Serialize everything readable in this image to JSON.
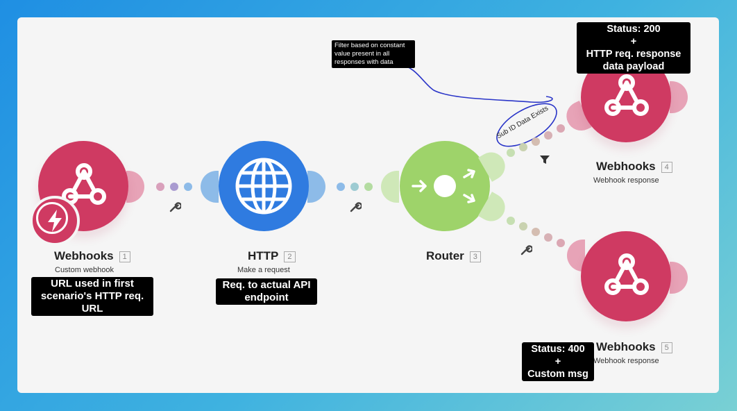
{
  "modules": {
    "webhooks1": {
      "title": "Webhooks",
      "num": "1",
      "subtitle": "Custom webhook"
    },
    "http2": {
      "title": "HTTP",
      "num": "2",
      "subtitle": "Make a request"
    },
    "router3": {
      "title": "Router",
      "num": "3"
    },
    "webhooks4": {
      "title": "Webhooks",
      "num": "4",
      "subtitle": "Webhook response"
    },
    "webhooks5": {
      "title": "Webhooks",
      "num": "5",
      "subtitle": "Webhook response"
    }
  },
  "annotations": {
    "url_tag": [
      "URL used in first",
      "scenario's HTTP req.",
      "URL"
    ],
    "req_tag": [
      "Req. to actual API",
      "endpoint"
    ],
    "status200_tag": [
      "Status: 200",
      "+",
      "HTTP req. response",
      "data payload"
    ],
    "status400_tag": [
      "Status: 400",
      "+",
      "Custom msg"
    ],
    "filter_note": [
      "Filter based on constant",
      "value present in all",
      "responses with data"
    ],
    "handwritten_label": "Sub ID Data Exists"
  },
  "colors": {
    "webhook": "#cf3a62",
    "http": "#2f7be0",
    "router": "#9ed36a",
    "annotation_ink": "#2a35c8"
  },
  "icons": [
    "webhook-icon",
    "globe-icon",
    "router-icon",
    "instant-trigger-icon",
    "wrench-icon",
    "filter-icon"
  ]
}
